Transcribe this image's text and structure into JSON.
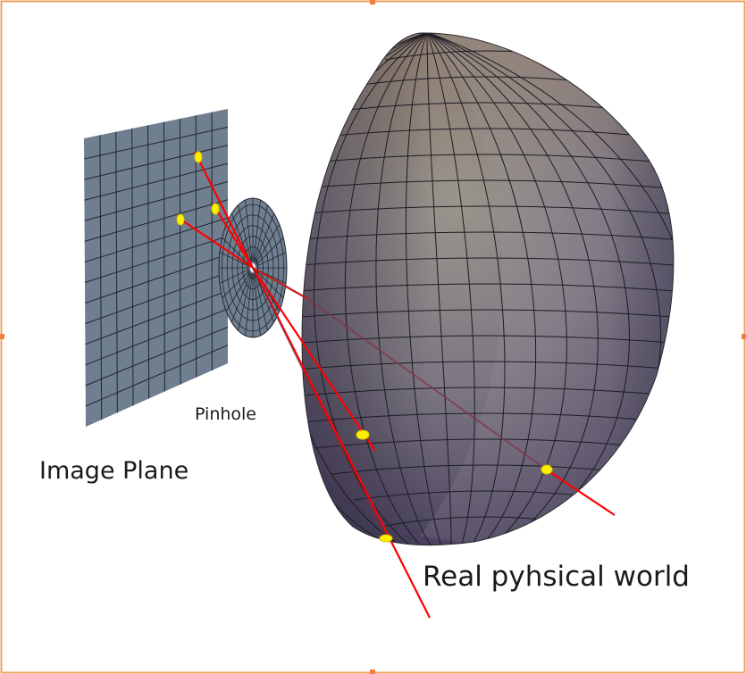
{
  "labels": {
    "pinhole": "Pinhole",
    "image_plane": "Image Plane",
    "real_world": "Real pyhsical world"
  },
  "colors": {
    "frame_border": "#f0a060",
    "plane_fill": "#6f7f90",
    "grid_line": "#1f2630",
    "ray": "#ff0000",
    "ray_faint": "#8a3030",
    "marker": "#ffee00",
    "sphere_light": "#8a8578",
    "sphere_dark": "#3c3148"
  },
  "icons": [
    "handle-icon"
  ]
}
